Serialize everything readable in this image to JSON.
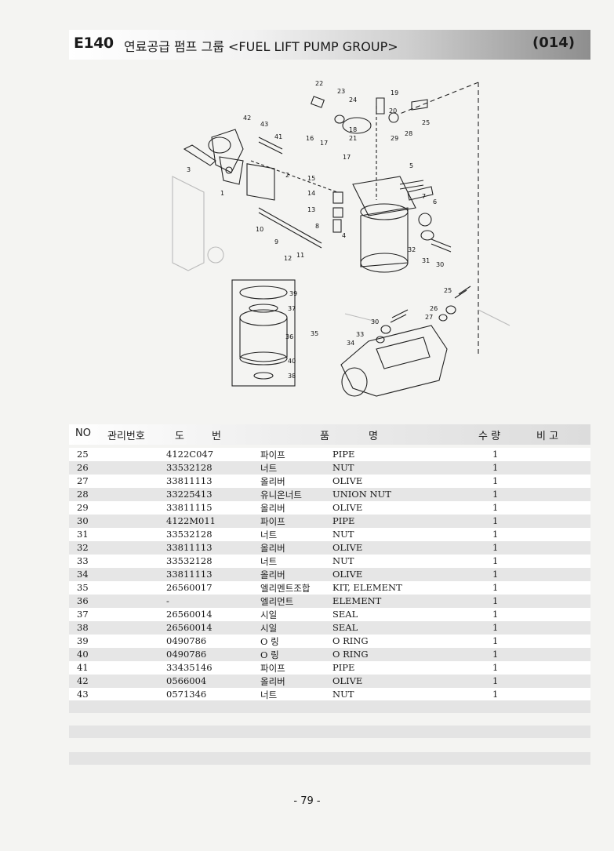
{
  "header": {
    "code": "E140",
    "title": "연료공급 펌프 그룹 <FUEL LIFT PUMP GROUP>",
    "page_code": "(014)"
  },
  "table": {
    "headers": {
      "no": "NO",
      "mgmt": "관리번호",
      "drawing_1": "도",
      "drawing_2": "번",
      "name_1": "품",
      "name_2": "명",
      "qty": "수 량",
      "remarks": "비 고"
    },
    "rows": [
      {
        "no": "25",
        "part": "4122C047",
        "kr": "파이프",
        "en": "PIPE",
        "qty": "1"
      },
      {
        "no": "26",
        "part": "33532128",
        "kr": "너트",
        "en": "NUT",
        "qty": "1"
      },
      {
        "no": "27",
        "part": "33811113",
        "kr": "올리버",
        "en": "OLIVE",
        "qty": "1"
      },
      {
        "no": "28",
        "part": "33225413",
        "kr": "유니온너트",
        "en": "UNION NUT",
        "qty": "1"
      },
      {
        "no": "29",
        "part": "33811115",
        "kr": "올리버",
        "en": "OLIVE",
        "qty": "1"
      },
      {
        "no": "30",
        "part": "4122M011",
        "kr": "파이프",
        "en": "PIPE",
        "qty": "1"
      },
      {
        "no": "31",
        "part": "33532128",
        "kr": "너트",
        "en": "NUT",
        "qty": "1"
      },
      {
        "no": "32",
        "part": "33811113",
        "kr": "올리버",
        "en": "OLIVE",
        "qty": "1"
      },
      {
        "no": "33",
        "part": "33532128",
        "kr": "너트",
        "en": "NUT",
        "qty": "1"
      },
      {
        "no": "34",
        "part": "33811113",
        "kr": "올리버",
        "en": "OLIVE",
        "qty": "1"
      },
      {
        "no": "35",
        "part": "26560017",
        "kr": "엘리멘트조합",
        "en": "KIT, ELEMENT",
        "qty": "1"
      },
      {
        "no": "36",
        "part": "-",
        "kr": "엘리먼트",
        "en": "ELEMENT",
        "qty": "1"
      },
      {
        "no": "37",
        "part": "26560014",
        "kr": "시일",
        "en": "SEAL",
        "qty": "1"
      },
      {
        "no": "38",
        "part": "26560014",
        "kr": "시일",
        "en": "SEAL",
        "qty": "1"
      },
      {
        "no": "39",
        "part": "0490786",
        "kr": "O 링",
        "en": "O RING",
        "qty": "1"
      },
      {
        "no": "40",
        "part": "0490786",
        "kr": "O 링",
        "en": "O RING",
        "qty": "1"
      },
      {
        "no": "41",
        "part": "33435146",
        "kr": "파이프",
        "en": "PIPE",
        "qty": "1"
      },
      {
        "no": "42",
        "part": "0566004",
        "kr": "올리버",
        "en": "OLIVE",
        "qty": "1"
      },
      {
        "no": "43",
        "part": "0571346",
        "kr": "너트",
        "en": "NUT",
        "qty": "1"
      }
    ]
  },
  "diagram_labels": [
    "22",
    "23",
    "24",
    "19",
    "20",
    "25",
    "18",
    "21",
    "29",
    "28",
    "42",
    "43",
    "41",
    "16",
    "17",
    "17",
    "3",
    "2",
    "1",
    "15",
    "14",
    "13",
    "8",
    "4",
    "5",
    "7",
    "6",
    "10",
    "9",
    "12",
    "11",
    "32",
    "31",
    "30",
    "39",
    "37",
    "36",
    "35",
    "40",
    "38",
    "25",
    "26",
    "27",
    "30",
    "33",
    "34"
  ],
  "footer": {
    "page_number": "- 79 -"
  }
}
